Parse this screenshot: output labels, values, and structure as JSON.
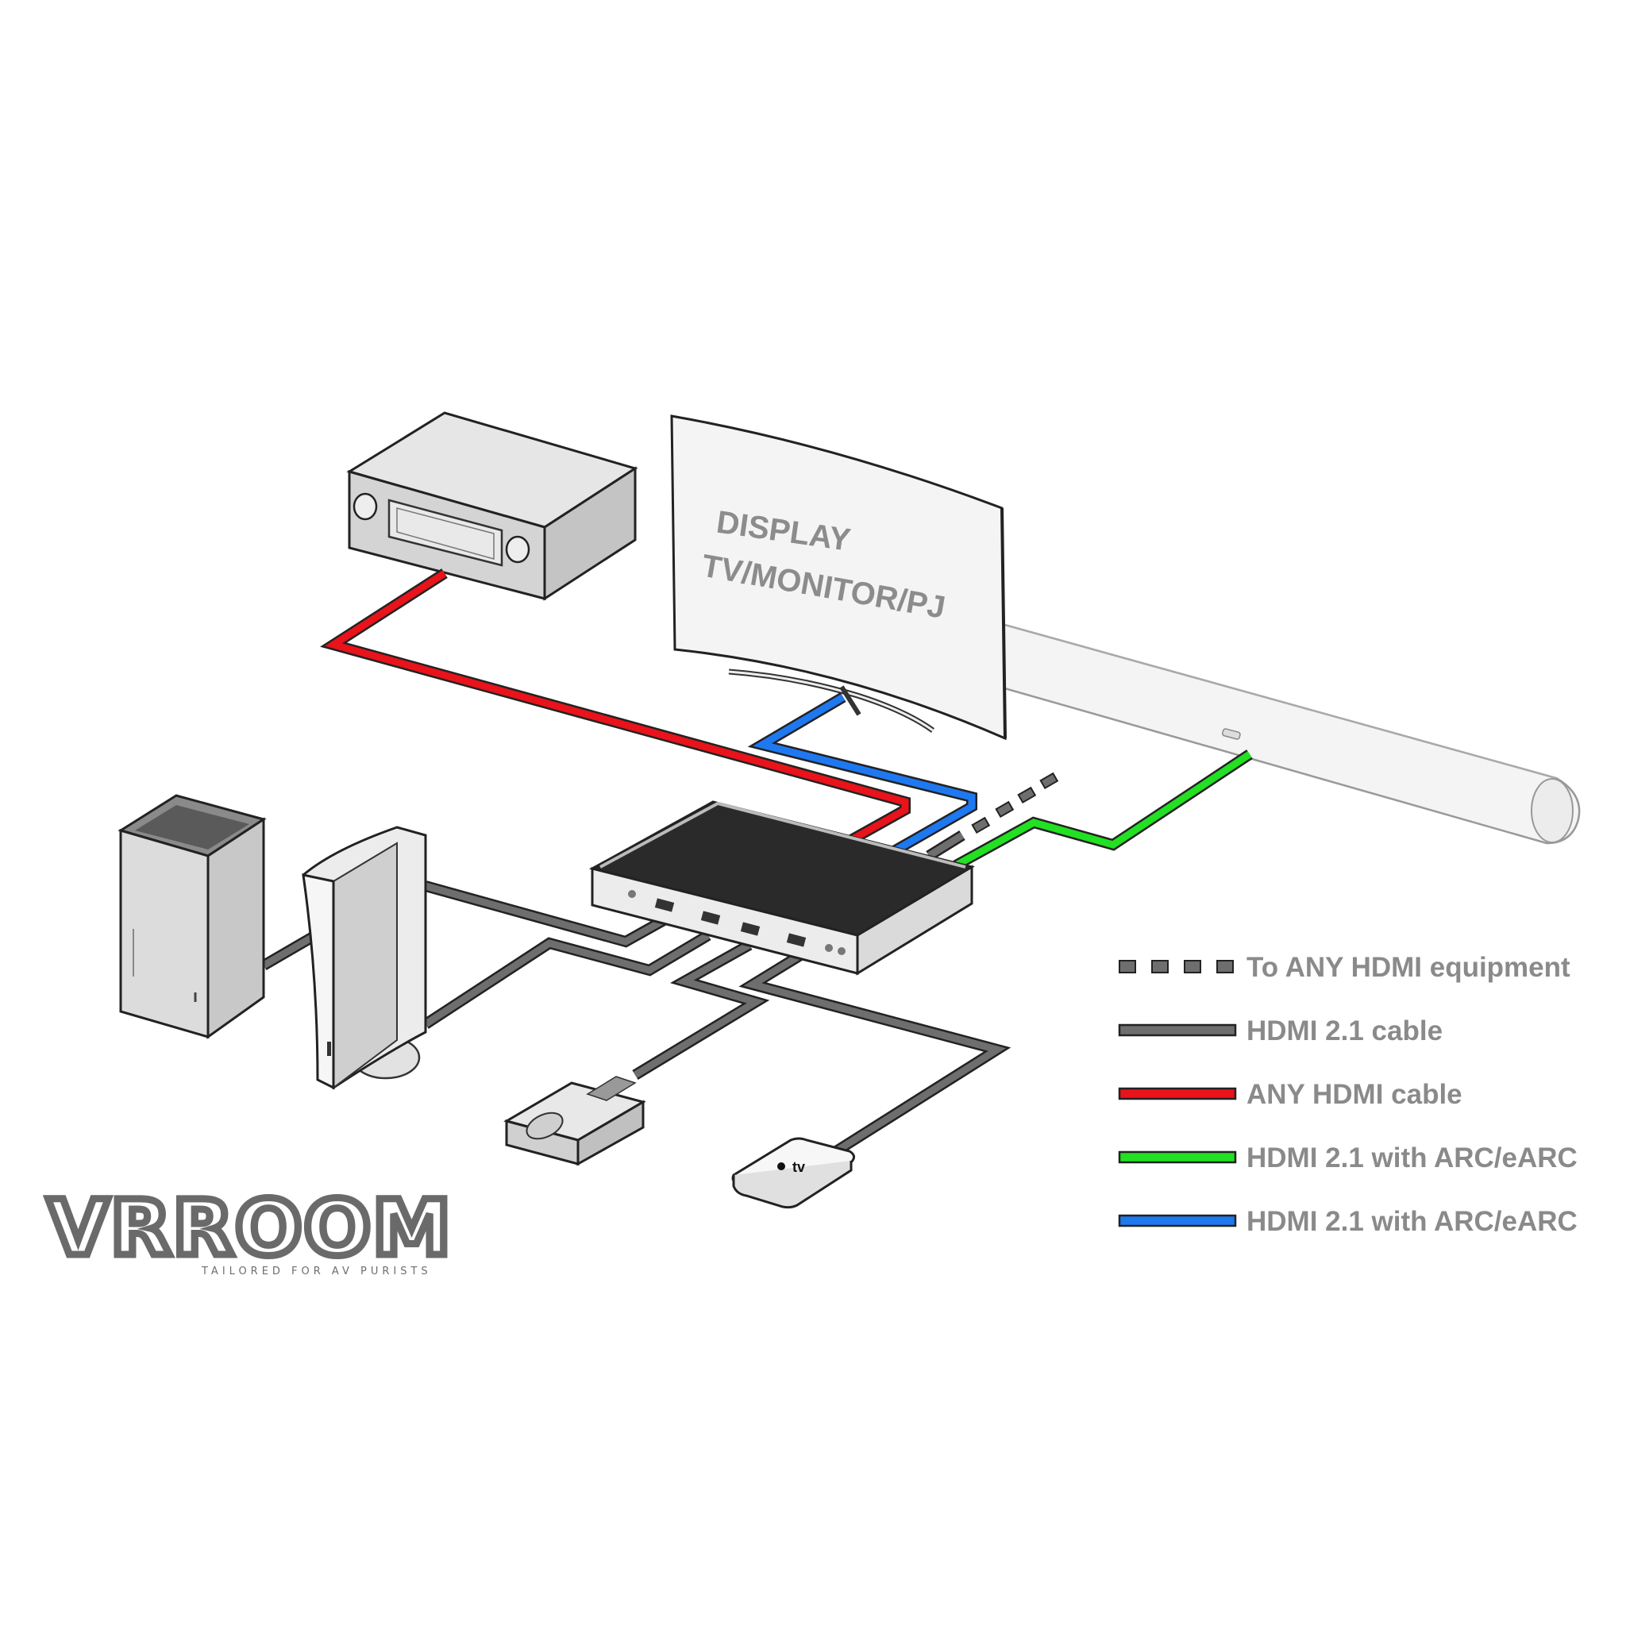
{
  "display_label": {
    "line1": "DISPLAY",
    "line2": "TV/MONITOR/PJ"
  },
  "apple_tv_label": "tv",
  "logo": {
    "wordmark": "VRROOM",
    "tagline": "TAILORED FOR AV PURISTS"
  },
  "legend": [
    {
      "style": "dashed",
      "color": "#6e6e6e",
      "label": "To ANY HDMI equipment"
    },
    {
      "style": "solid",
      "color": "#6e6e6e",
      "label": "HDMI 2.1 cable"
    },
    {
      "style": "solid",
      "color": "#e8131b",
      "label": "ANY HDMI cable"
    },
    {
      "style": "solid",
      "color": "#22e022",
      "label": "HDMI 2.1 with ARC/eARC"
    },
    {
      "style": "solid",
      "color": "#1e78f0",
      "label": "HDMI 2.1 with ARC/eARC"
    }
  ],
  "devices": [
    "av-receiver",
    "display",
    "soundbar",
    "hdmi-switch",
    "xbox-console",
    "playstation-console",
    "graphics-card",
    "apple-tv"
  ]
}
